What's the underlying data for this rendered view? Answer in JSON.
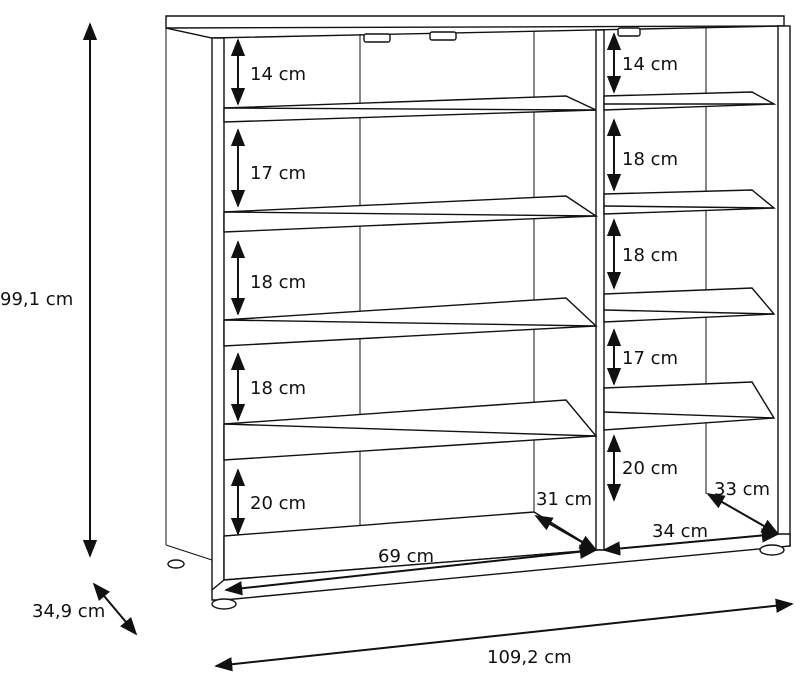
{
  "overall": {
    "height": "99,1 cm",
    "depth": "34,9 cm",
    "width": "109,2 cm"
  },
  "inner": {
    "left_width": "69 cm",
    "left_depth": "31 cm",
    "right_width": "34 cm",
    "right_depth": "33 cm"
  },
  "left_compartments": [
    "14 cm",
    "17 cm",
    "18 cm",
    "18 cm",
    "20 cm"
  ],
  "right_compartments": [
    "14 cm",
    "18 cm",
    "18 cm",
    "17 cm",
    "20 cm"
  ],
  "colors": {
    "line": "#111111",
    "background": "#ffffff"
  }
}
